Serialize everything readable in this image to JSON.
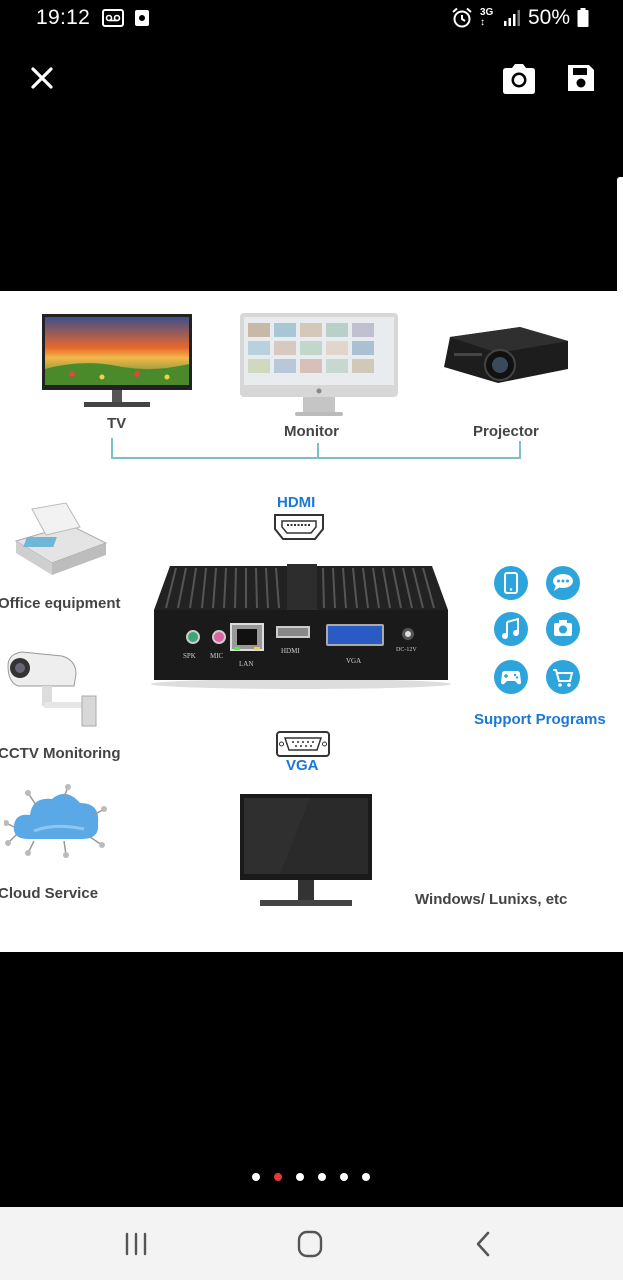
{
  "status_bar": {
    "time": "19:12",
    "network": "3G",
    "battery": "50%",
    "icons": [
      "voicemail-icon",
      "photo-notification-icon",
      "alarm-icon",
      "network-3g-icon",
      "signal-icon",
      "battery-icon"
    ]
  },
  "app_bar": {
    "icons": [
      "close-icon",
      "camera-icon",
      "save-icon"
    ]
  },
  "image": {
    "labels": {
      "tv": "TV",
      "monitor": "Monitor",
      "projector": "Projector",
      "hdmi": "HDMI",
      "office": "Office equipment",
      "cctv": "CCTV Monitoring",
      "cloud": "Cloud Service",
      "support": "Support Programs",
      "vga": "VGA",
      "os": "Windows/ Lunixs, etc"
    },
    "ports": {
      "spk": "SPK",
      "mic": "MIC",
      "lan": "LAN",
      "hdmi": "HDMI",
      "vga": "VGA",
      "dc": "DC-12V"
    },
    "accent_color": "#1b78d6"
  },
  "pager": {
    "count": 6,
    "active_index": 1
  },
  "nav_bar": {
    "icons": [
      "recent-apps-icon",
      "home-icon",
      "back-icon"
    ]
  }
}
